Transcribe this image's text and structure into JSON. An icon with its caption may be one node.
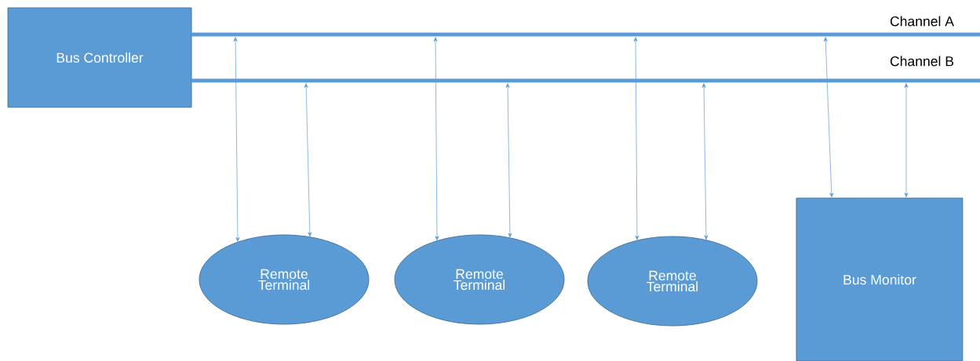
{
  "diagram": {
    "nodes": [
      {
        "text": [
          "Bus Controller"
        ]
      },
      {
        "text": [
          "Channel A"
        ]
      },
      {
        "text": [
          "Channel B"
        ]
      },
      {
        "text": [
          "Remote Terminal"
        ]
      },
      {
        "text": [
          "Remote Terminal"
        ]
      },
      {
        "text": [
          "Remote Terminal"
        ]
      },
      {
        "text": [
          "Bus Monitor"
        ]
      }
    ],
    "edges": [
      {
        "from": 1,
        "to": 3,
        "arrow": "both"
      },
      {
        "from": 2,
        "to": 3,
        "arrow": "both"
      },
      {
        "from": 1,
        "to": 4,
        "arrow": "both"
      },
      {
        "from": 2,
        "to": 4,
        "arrow": "both"
      },
      {
        "from": 1,
        "to": 5,
        "arrow": "both"
      },
      {
        "from": 2,
        "to": 5,
        "arrow": "both"
      },
      {
        "from": 1,
        "to": 6,
        "arrow": "both"
      },
      {
        "from": 2,
        "to": 6,
        "arrow": "both"
      }
    ]
  }
}
